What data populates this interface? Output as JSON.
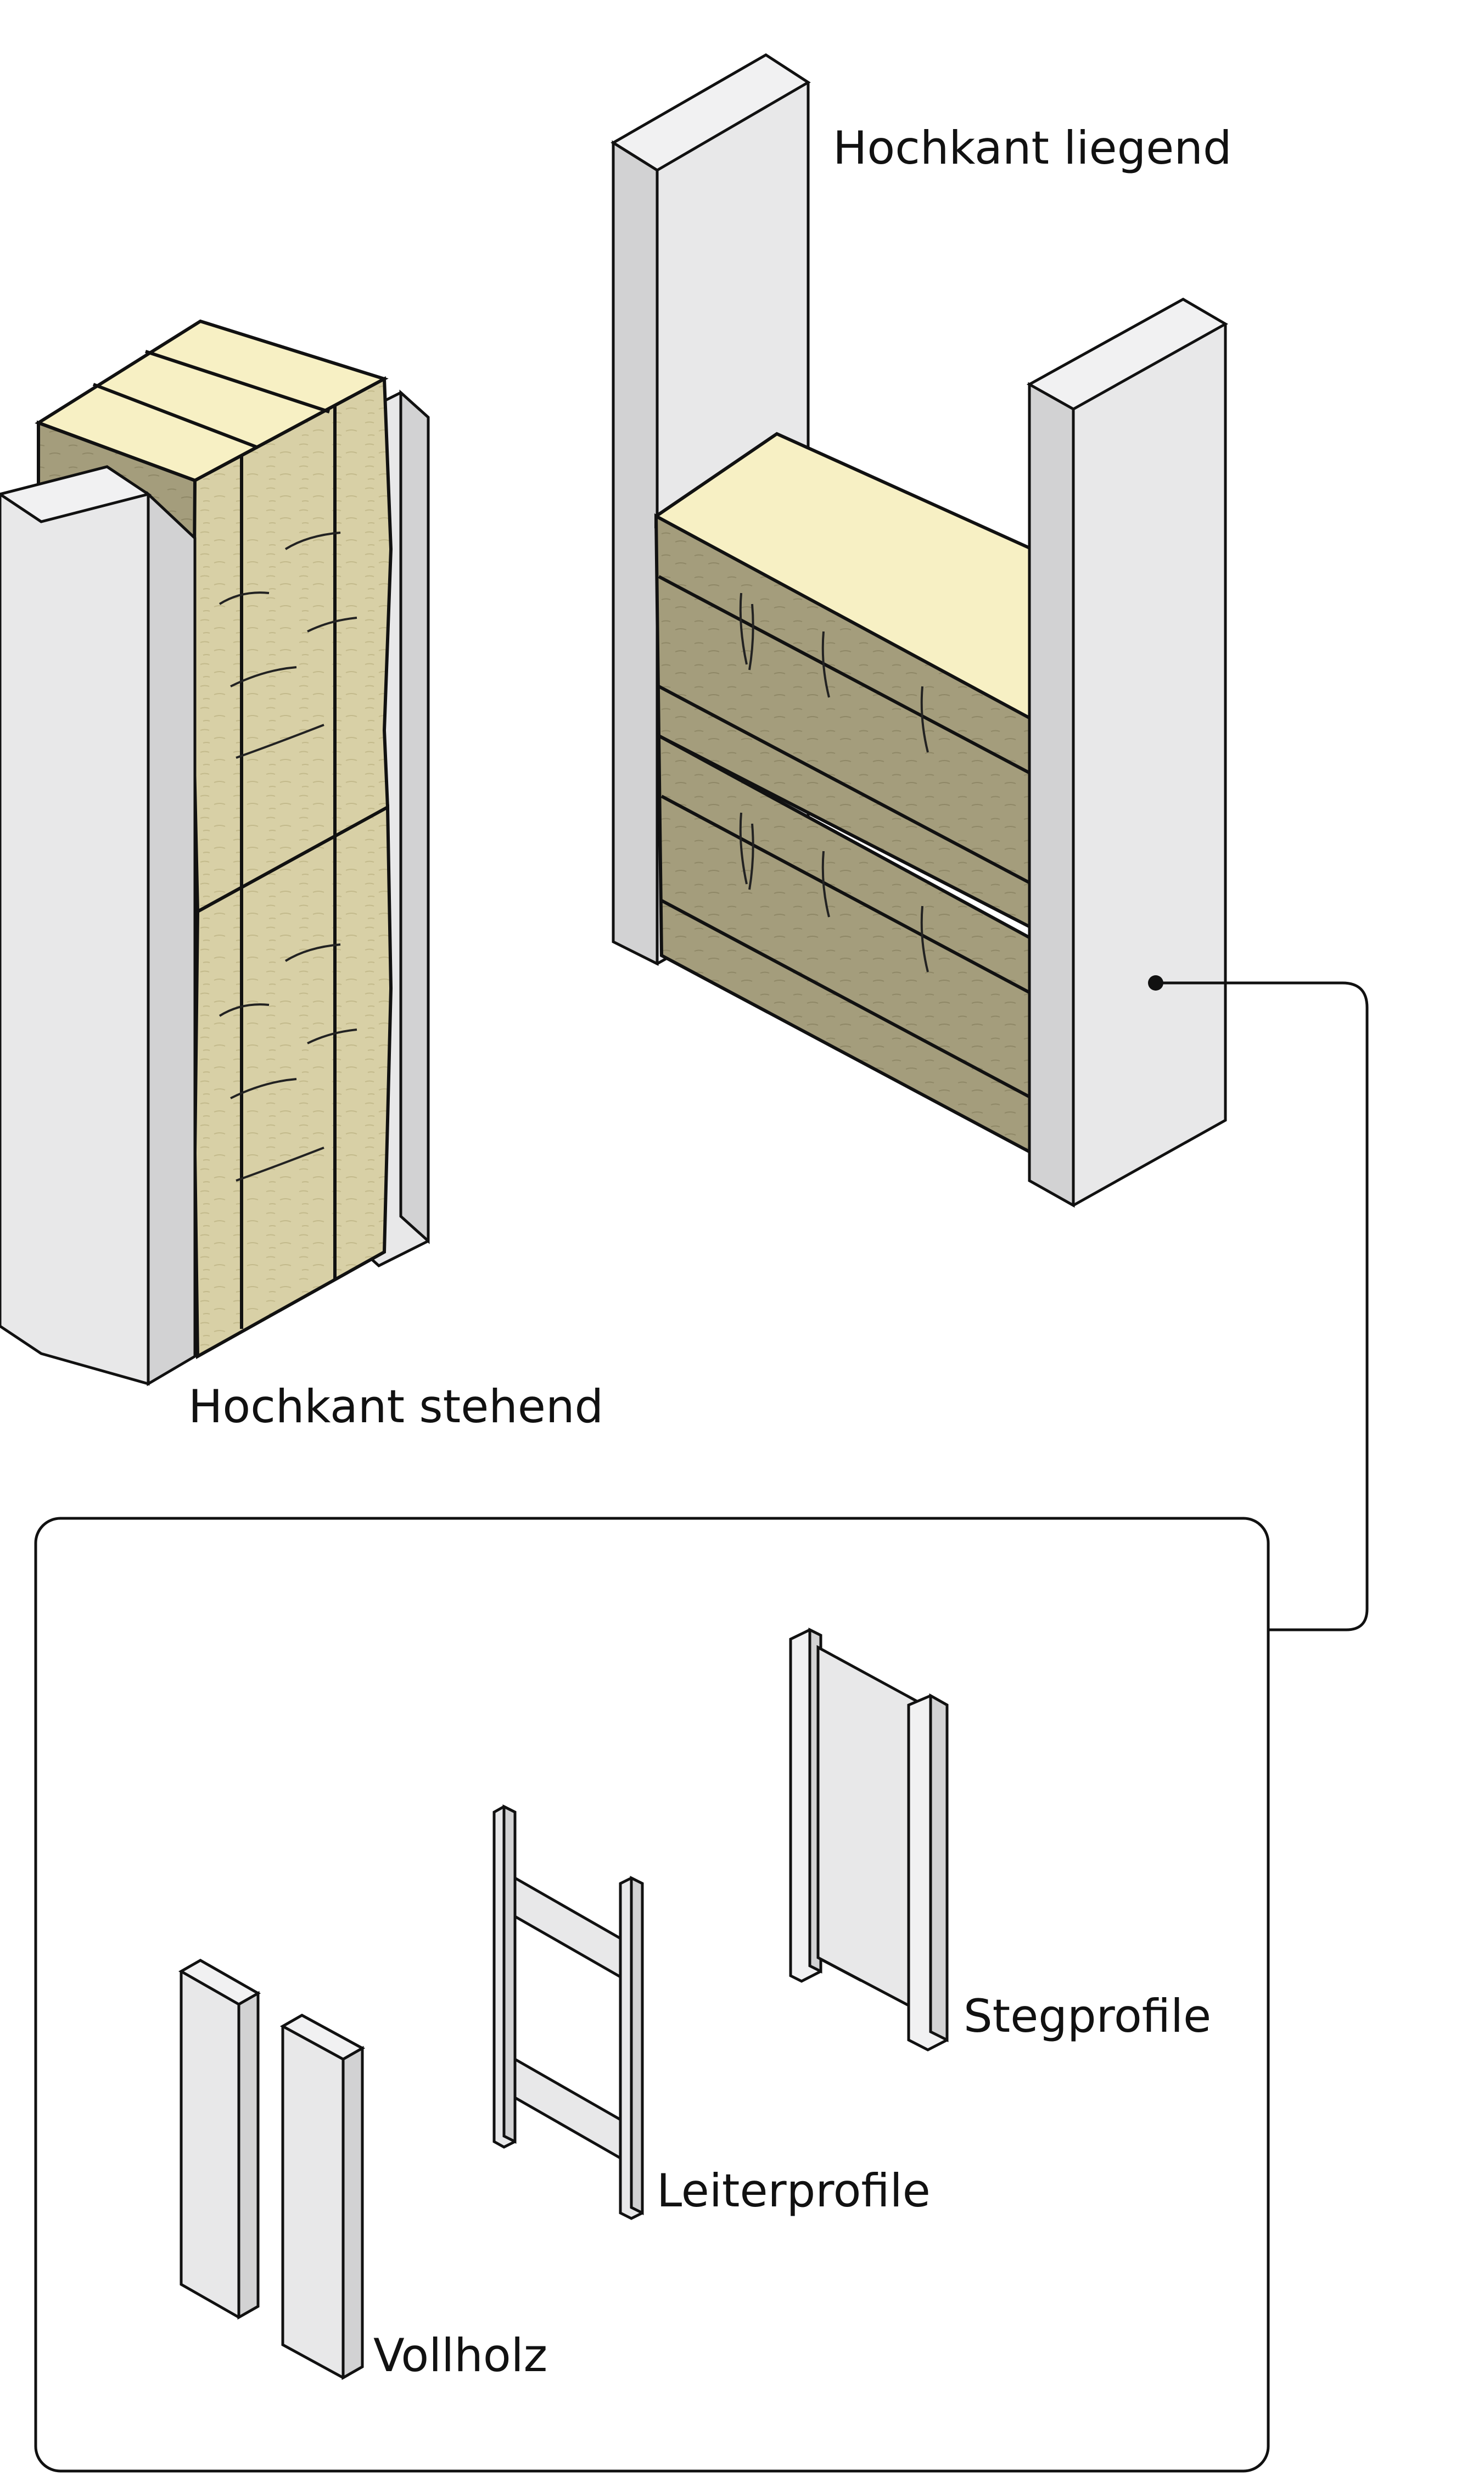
{
  "labels": {
    "hochkant_liegend": "Hochkant liegend",
    "hochkant_stehend": "Hochkant stehend",
    "stegprofile": "Stegprofile",
    "leiterprofile": "Leiterprofile",
    "vollholz": "Vollholz"
  },
  "colors": {
    "post_face": "#e8e8e9",
    "post_side": "#d2d2d3",
    "post_top": "#f1f1f2",
    "straw_front": "#d8d0a6",
    "straw_side_dark": "#a49d7c",
    "straw_top": "#f7f0c4",
    "line": "#111111",
    "background": "#ffffff"
  },
  "icons": {
    "leader_dot": "connector-dot-icon"
  }
}
